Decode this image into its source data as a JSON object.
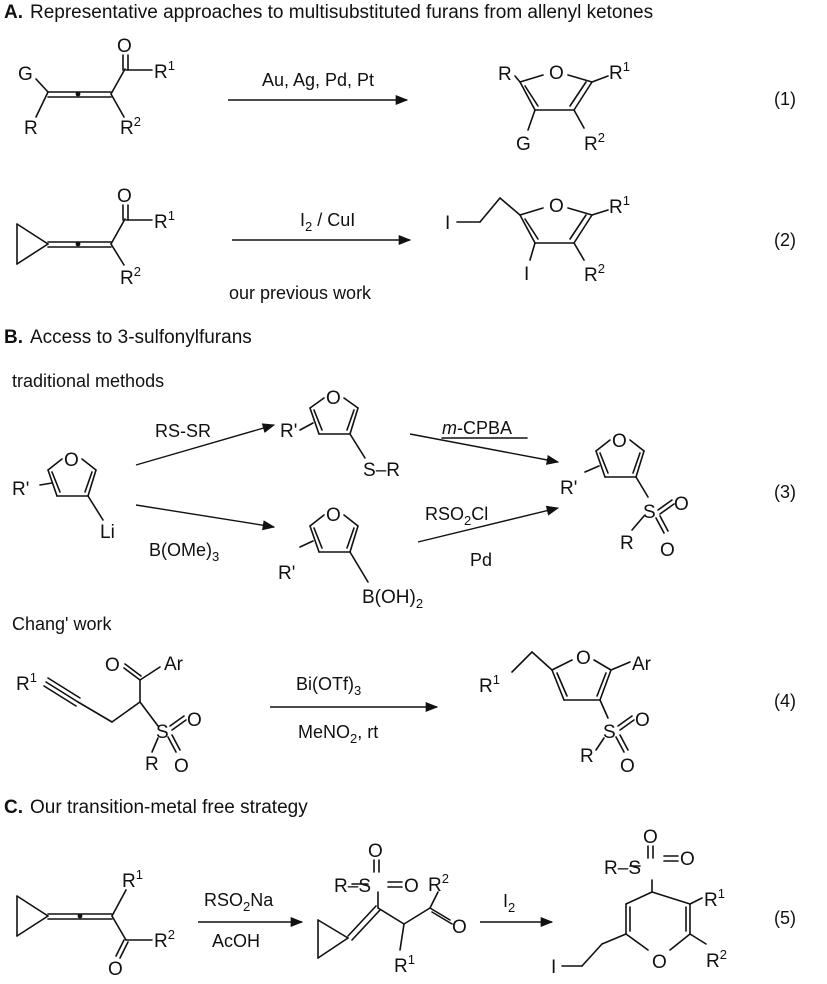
{
  "sections": {
    "a": {
      "letter": "A.",
      "title": "Representative approaches to multisubstituted furans from allenyl ketones"
    },
    "b": {
      "letter": "B.",
      "title": "Access to 3-sulfonylfurans"
    },
    "c": {
      "letter": "C.",
      "title": "Our transition-metal free strategy"
    }
  },
  "notes": {
    "traditional": "traditional methods",
    "chang": "Chang' work",
    "previous": "our previous work"
  },
  "equations": [
    "(1)",
    "(2)",
    "(3)",
    "(4)",
    "(5)"
  ],
  "conditions": {
    "eq1": "Au, Ag, Pd, Pt",
    "eq2": {
      "main": "I",
      "sub": "2",
      "rest": " / CuI"
    },
    "eq3_top": "RS-SR",
    "eq3_mcpba_italic": "m",
    "eq3_mcpba_rest": "-CPBA",
    "eq3_bottom": {
      "main": "B(OMe)",
      "sub": "3"
    },
    "eq3_rso2cl": {
      "pre": "RSO",
      "sub": "2",
      "post": "Cl"
    },
    "eq3_pd": "Pd",
    "eq4_top": {
      "main": "Bi(OTf)",
      "sub": "3"
    },
    "eq4_bottom": {
      "pre": "MeNO",
      "sub": "2",
      "post": ", rt"
    },
    "eq5_top": {
      "pre": "RSO",
      "sub": "2",
      "post": "Na"
    },
    "eq5_bottom": "AcOH",
    "eq5_i2": {
      "main": "I",
      "sub": "2"
    }
  },
  "labels": {
    "G": "G",
    "R": "R",
    "O": "O",
    "I": "I",
    "S": "S",
    "Li": "Li",
    "Ar": "Ar",
    "Rprime": "R'",
    "R1": "1",
    "R2": "2",
    "Rdash": "–R",
    "BOH2": {
      "main": "B(OH)",
      "sub": "2"
    }
  }
}
